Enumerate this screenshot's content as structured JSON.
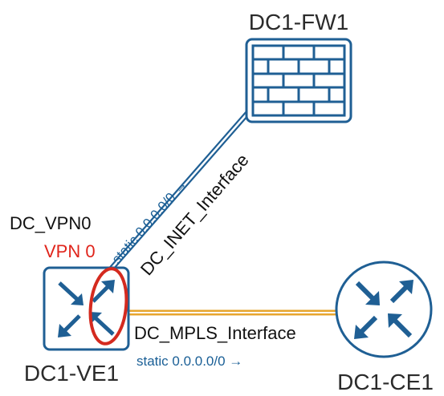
{
  "nodes": {
    "firewall": {
      "label": "DC1-FW1",
      "icon": "firewall-icon"
    },
    "ve": {
      "label": "DC1-VE1",
      "icon": "router-icon"
    },
    "ce": {
      "label": "DC1-CE1",
      "icon": "router-icon"
    }
  },
  "vpn": {
    "name": "DC_VPN0",
    "id": "VPN 0"
  },
  "links": {
    "inet": {
      "interface": "DC_INET_Interface",
      "route": "static 0.0.0.0/0 →"
    },
    "mpls": {
      "interface": "DC_MPLS_Interface",
      "route": "static 0.0.0.0/0 →"
    }
  },
  "colors": {
    "device_blue": "#1f5f94",
    "inet_link": "#1f5f94",
    "mpls_link": "#e7a52e",
    "highlight_red": "#d42a1f",
    "route_text": "#1a5f96"
  }
}
